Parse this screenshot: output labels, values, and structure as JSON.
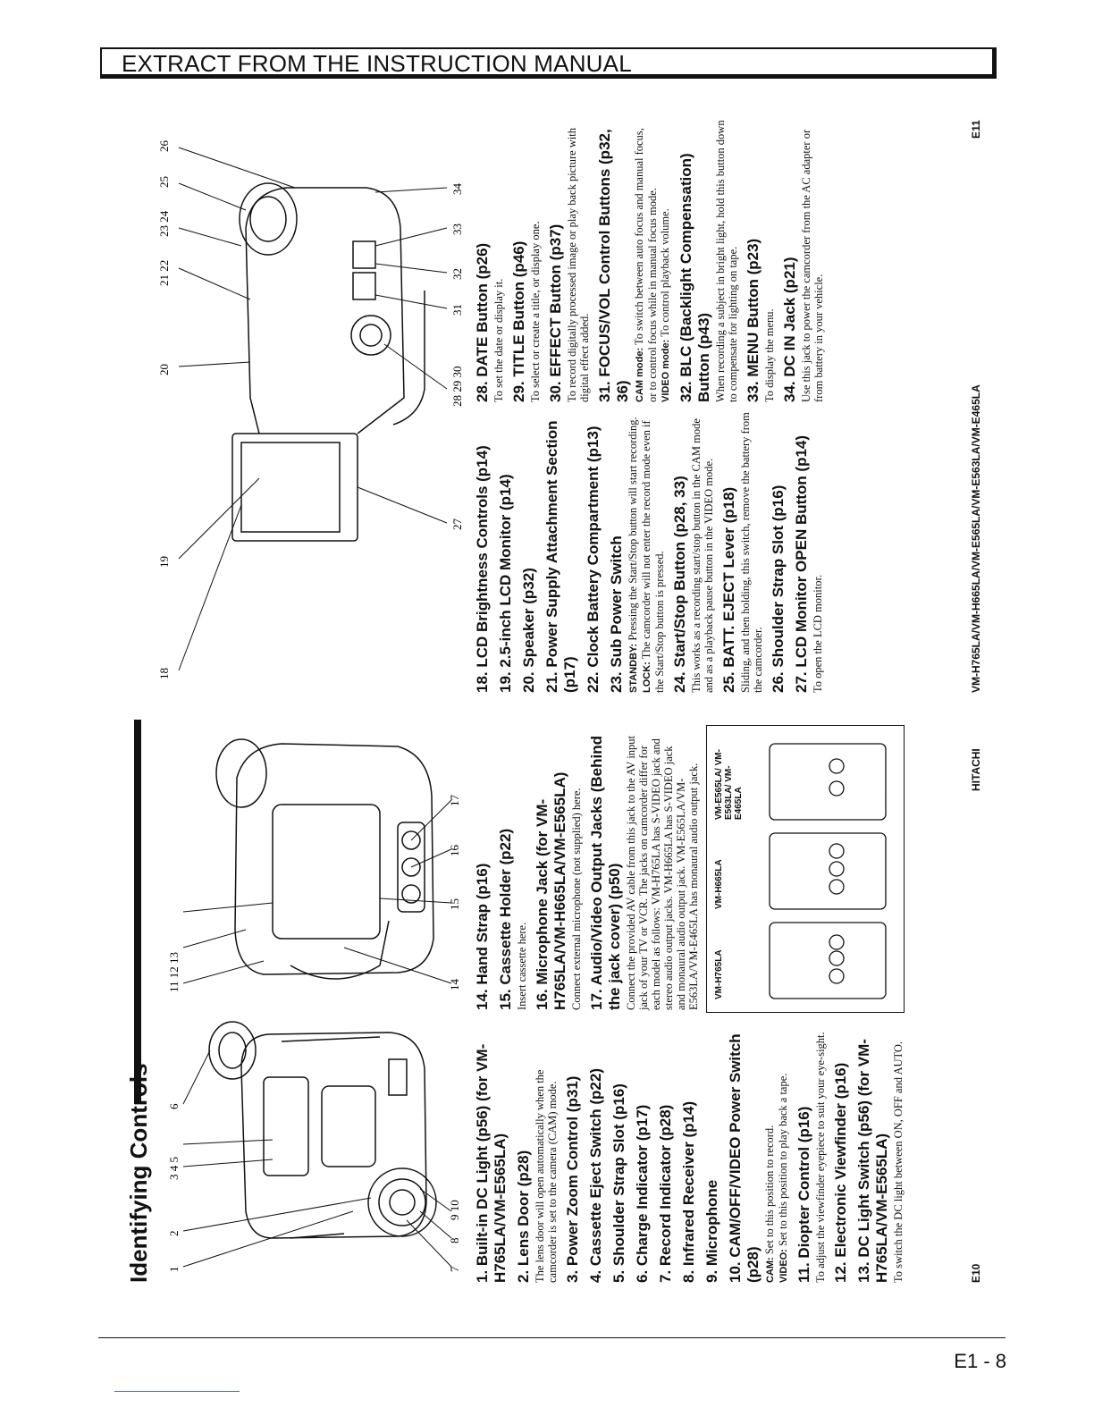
{
  "banner": "EXTRACT FROM THE INSTRUCTION MANUAL",
  "left": {
    "title": "Identifying Controls",
    "col1": [
      {
        "head": "1.  Built-in DC Light (p56) (for VM-H765LA/VM-E565LA)"
      },
      {
        "head": "2.  Lens Door (p28)",
        "desc": "The lens door will open automatically when the camcorder is set to the camera (CAM) mode."
      },
      {
        "head": "3.  Power Zoom Control (p31)"
      },
      {
        "head": "4.  Cassette Eject Switch (p22)"
      },
      {
        "head": "5.  Shoulder Strap Slot (p16)"
      },
      {
        "head": "6.  Charge Indicator (p17)"
      },
      {
        "head": "7.  Record Indicator (p28)"
      },
      {
        "head": "8.  Infrared Receiver (p14)"
      },
      {
        "head": "9.  Microphone"
      },
      {
        "head": "10. CAM/OFF/VIDEO Power Switch (p28)",
        "modes": [
          {
            "k": "CAM:",
            "v": "Set to this position to record."
          },
          {
            "k": "VIDEO:",
            "v": "Set to this position to play back a tape."
          }
        ]
      },
      {
        "head": "11. Diopter Control (p16)",
        "desc": "To adjust the viewfinder eyepiece to suit your eye-sight."
      },
      {
        "head": "12. Electronic Viewfinder (p16)"
      },
      {
        "head": "13. DC Light Switch (p56) (for VM-H765LA/VM-E565LA)",
        "desc": "To switch the DC light between ON, OFF and AUTO."
      }
    ],
    "col2": [
      {
        "head": "14. Hand Strap (p16)"
      },
      {
        "head": "15. Cassette Holder (p22)",
        "desc": "Insert cassette here."
      },
      {
        "head": "16. Microphone Jack (for VM-H765LA/VM-H665LA/VM-E565LA)",
        "desc": "Connect external microphone (not supplied) here."
      },
      {
        "head": "17. Audio/Video Output Jacks (Behind the jack cover) (p50)",
        "desc": "Connect the provided AV cable from this jack to the AV input jack of your TV or VCR. The jacks on camcorder differ for each model as follows: VM-H765LA has S-VIDEO jack and stereo audio output jacks. VM-H665LA has S-VIDEO jack and monaural audio output jack. VM-E565LA/VM-E563LA/VM-E465LA has monaural audio output jack."
      }
    ],
    "jack_models": [
      "VM-H765LA",
      "VM-H665LA",
      "VM-E565LA/ VM-E563LA/ VM-E465LA"
    ],
    "callouts_top": [
      "1",
      "2",
      "3 4 5",
      "6",
      "11 12 13"
    ],
    "callouts_bottom": [
      "7",
      "8",
      "9 10",
      "14",
      "15",
      "16",
      "17"
    ],
    "footer": "E10",
    "brand": "HITACHI"
  },
  "right": {
    "col1": [
      {
        "head": "18. LCD Brightness Controls (p14)"
      },
      {
        "head": "19. 2.5-inch LCD Monitor (p14)"
      },
      {
        "head": "20. Speaker (p32)"
      },
      {
        "head": "21. Power Supply Attachment Section (p17)"
      },
      {
        "head": "22. Clock Battery Compartment (p13)"
      },
      {
        "head": "23. Sub Power Switch",
        "modes": [
          {
            "k": "STANDBY:",
            "v": "Pressing the Start/Stop button will start recording."
          },
          {
            "k": "LOCK:",
            "v": "The camcorder will not enter the record mode even if the Start/Stop button is pressed."
          }
        ]
      },
      {
        "head": "24. Start/Stop Button (p28, 33)",
        "desc": "This works as a recording start/stop button in the CAM mode and as a playback pause button in the VIDEO mode."
      },
      {
        "head": "25. BATT. EJECT Lever (p18)",
        "desc": "Sliding, and then holding, this switch, remove the battery from the camcorder."
      },
      {
        "head": "26. Shoulder Strap Slot (p16)"
      },
      {
        "head": "27. LCD Monitor OPEN Button (p14)",
        "desc": "To open the LCD monitor."
      }
    ],
    "col2": [
      {
        "head": "28. DATE Button (p26)",
        "desc": "To set the date or display it."
      },
      {
        "head": "29. TITLE Button (p46)",
        "desc": "To select or create a title, or display one."
      },
      {
        "head": "30. EFFECT Button (p37)",
        "desc": "To record digitally processed image or play back picture with digital effect added."
      },
      {
        "head": "31. FOCUS/VOL Control Buttons (p32, 36)",
        "modes": [
          {
            "k": "CAM mode:",
            "v": "To switch between auto focus and manual focus, or to control focus while in manual focus mode."
          },
          {
            "k": "VIDEO mode:",
            "v": "To control playback volume."
          }
        ]
      },
      {
        "head": "32. BLC (Backlight Compensation) Button (p43)",
        "desc": "When recording a subject in bright light, hold this button down to compensate for lighting on tape."
      },
      {
        "head": "33. MENU Button (p23)",
        "desc": "To display the menu."
      },
      {
        "head": "34. DC IN Jack (p21)",
        "desc": "Use this jack to power the camcorder from the AC adapter or from battery in your vehicle."
      }
    ],
    "callouts_top": [
      "18",
      "19",
      "20",
      "21 22",
      "23 24",
      "25",
      "26"
    ],
    "callouts_bottom": [
      "27",
      "28 29 30",
      "31",
      "32",
      "33",
      "34"
    ],
    "models_footer": "VM-H765LA/VM-H665LA/VM-E565LA/VM-E563LA/VM-E465LA",
    "footer": "E11"
  },
  "page_number": "E1 - 8"
}
